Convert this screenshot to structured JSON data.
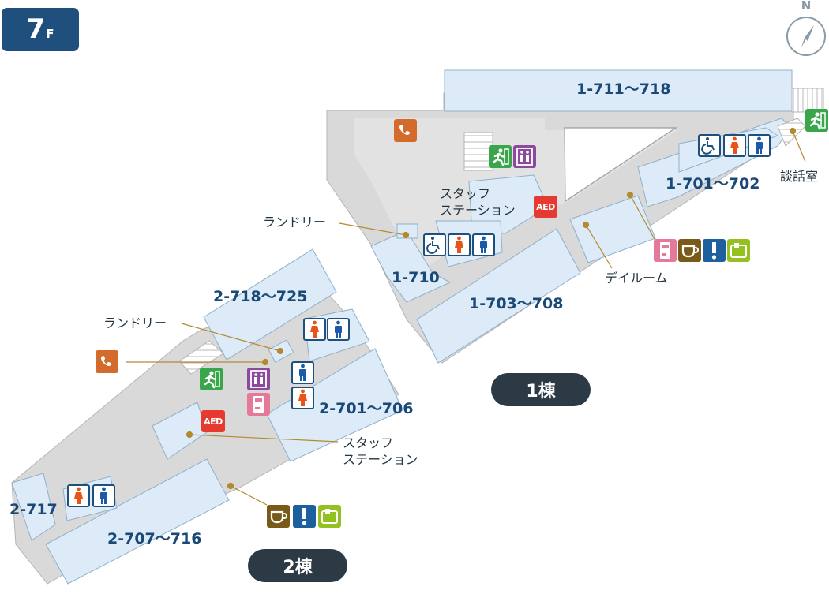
{
  "floor": {
    "number": "7",
    "unit": "F"
  },
  "compass": {
    "north": "N"
  },
  "colors": {
    "room": "#dcebf7",
    "room_stroke": "#8fb0c8",
    "corridor": "#d8d8d8",
    "label": "#1a4877",
    "toilet_female": "#e8531c",
    "toilet_male": "#1a5aa8",
    "exit": "#3aa64c",
    "elevator": "#8b4a9c",
    "phone": "#d36b2c",
    "aed": "#e53a2f",
    "vending": "#e6789a",
    "cafe": "#7a5a19",
    "info": "#1e5f9e",
    "tv": "#94c11f",
    "building_badge": "#2c3a45"
  },
  "rooms": {
    "r_1_711": "1-711～718",
    "r_1_701": "1-701～702",
    "r_1_703": "1-703～708",
    "r_1_710": "1-710",
    "r_2_718": "2-718～725",
    "r_2_701": "2-701～706",
    "r_2_717": "2-717",
    "r_2_707": "2-707～716"
  },
  "labels": {
    "staff_station_1": "スタッフ\nステーション",
    "laundry_1": "ランドリー",
    "day_room": "デイルーム",
    "talk_room": "談話室",
    "laundry_2": "ランドリー",
    "staff_station_2": "スタッフ\nステーション"
  },
  "aed": {
    "label": "AED"
  },
  "buildings": {
    "b1": "1棟",
    "b2": "2棟"
  },
  "icons": [
    "phone-icon",
    "exit-icon",
    "elevator-icon",
    "aed-icon",
    "wheelchair-icon",
    "toilet-female-icon",
    "toilet-male-icon",
    "vending-machine-icon",
    "cafe-icon",
    "info-icon",
    "tv-card-icon",
    "compass-icon"
  ]
}
